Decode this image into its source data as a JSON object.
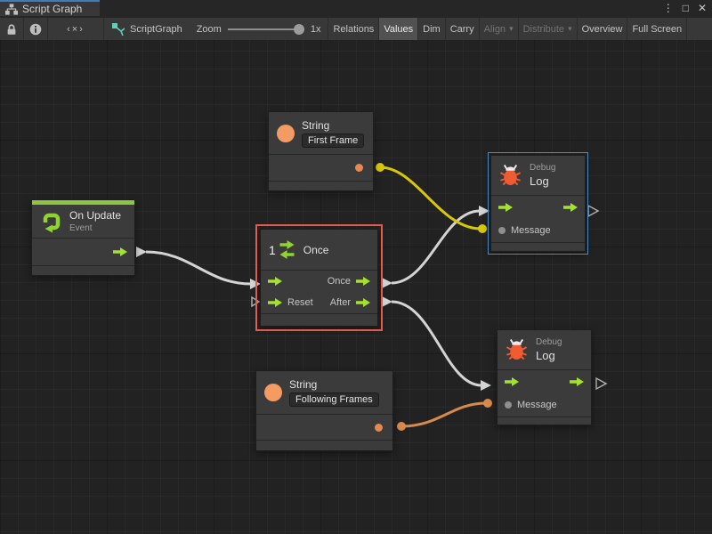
{
  "window": {
    "tab_title": "Script Graph",
    "menu_glyph": "⋮",
    "maximize_glyph": "□",
    "close_glyph": "✕"
  },
  "toolbar": {
    "code_glyph": "‹×›",
    "graph_name": "ScriptGraph",
    "zoom_label": "Zoom",
    "zoom_value": "1x",
    "dropdown_glyph": "▾",
    "buttons": [
      {
        "label": "Relations",
        "active": false,
        "disabled": false
      },
      {
        "label": "Values",
        "active": true,
        "disabled": false
      },
      {
        "label": "Dim",
        "active": false,
        "disabled": false
      },
      {
        "label": "Carry",
        "active": false,
        "disabled": false
      },
      {
        "label": "Align",
        "active": false,
        "disabled": true,
        "dropdown": true
      },
      {
        "label": "Distribute",
        "active": false,
        "disabled": true,
        "dropdown": true
      },
      {
        "label": "Overview",
        "active": false,
        "disabled": false
      },
      {
        "label": "Full Screen",
        "active": false,
        "disabled": false
      }
    ]
  },
  "nodes": {
    "string_top": {
      "title": "String",
      "value": "First Frame"
    },
    "on_update": {
      "title": "On Update",
      "subtitle": "Event"
    },
    "once": {
      "badge": "1",
      "title": "Once",
      "port_out_once": "Once",
      "port_in_reset": "Reset",
      "port_out_after": "After"
    },
    "debug_top": {
      "title": "Debug",
      "subtitle": "Log",
      "port_message": "Message"
    },
    "debug_bottom": {
      "title": "Debug",
      "subtitle": "Log",
      "port_message": "Message"
    },
    "string_bottom": {
      "title": "String",
      "value": "Following Frames"
    }
  },
  "colors": {
    "accent_green": "#a4e22f",
    "event_green": "#8cc63f",
    "accent_orange": "#e8874f",
    "bug_orange": "#f15b31",
    "selection_red": "#e25b4e",
    "selection_blue": "#4a8bc2",
    "wire_white": "#d4d4d4",
    "wire_yellow": "#d6c70d",
    "wire_orange": "#d78a4c",
    "tab_accent_blue": "#3e7cc1",
    "canvas_bg": "#222222",
    "node_bg": "#3b3b3b"
  }
}
